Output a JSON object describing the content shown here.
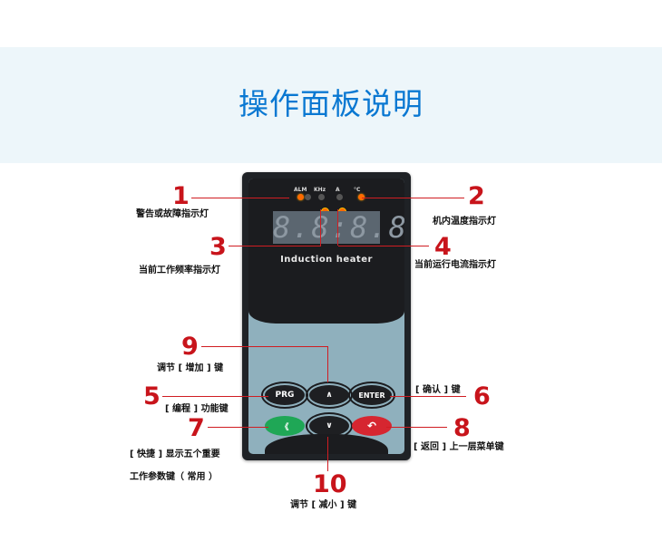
{
  "header": {
    "title": "操作面板说明"
  },
  "panel": {
    "led_labels": [
      "ALM",
      "KHz",
      "A",
      "°C"
    ],
    "display_value": "8.8:8.8.",
    "brand": "Induction heater",
    "keys": {
      "prg": "PRG",
      "up": "∧",
      "enter": "ENTER",
      "shortcut": "《",
      "down": "∨",
      "back": "↶"
    }
  },
  "callouts": [
    {
      "num": "1",
      "label": "警告或故障指示灯"
    },
    {
      "num": "2",
      "label": "机内温度指示灯"
    },
    {
      "num": "3",
      "label": "当前工作频率指示灯"
    },
    {
      "num": "4",
      "label": "当前运行电流指示灯"
    },
    {
      "num": "5",
      "label": "[ 编程 ] 功能键"
    },
    {
      "num": "6",
      "label": "[ 确认 ] 键"
    },
    {
      "num": "7",
      "label": "[ 快捷 ] 显示五个重要",
      "label2": "工作参数键（ 常用 ）"
    },
    {
      "num": "8",
      "label": "[ 返回 ] 上一层菜单键"
    },
    {
      "num": "9",
      "label": "调节 [ 增加 ] 键"
    },
    {
      "num": "10",
      "label": "调节 [ 减小 ] 键"
    }
  ],
  "colors": {
    "accent": "#0a78d2",
    "callout": "#c8141b",
    "band": "#edf6fa"
  }
}
